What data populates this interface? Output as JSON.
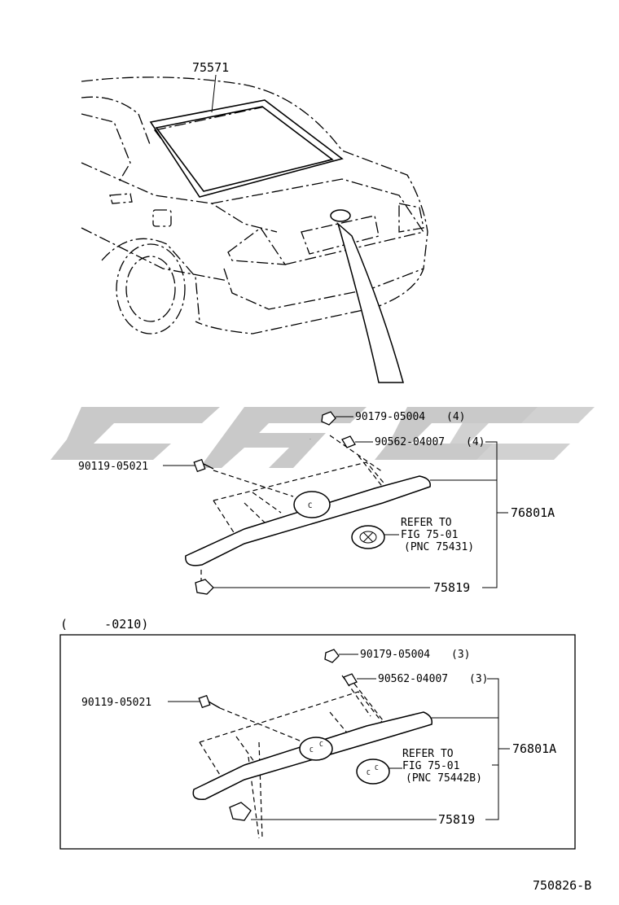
{
  "watermark": "CDC",
  "upper": {
    "moulding_label": "75571",
    "bolt_label": "90179-05004",
    "bolt_qty": "(4)",
    "clip_label": "90562-04007",
    "clip_qty": "(4)",
    "screw_label": "90119-05021",
    "garnish_label": "76801A",
    "refer_line1": "REFER TO",
    "refer_line2": "FIG 75-01",
    "refer_line3": "(PNC 75431)",
    "fastener_label": "75819"
  },
  "lower": {
    "range_label": "(     -0210)",
    "bolt_label": "90179-05004",
    "bolt_qty": "(3)",
    "clip_label": "90562-04007",
    "clip_qty": "(3)",
    "screw_label": "90119-05021",
    "garnish_label": "76801A",
    "refer_line1": "REFER TO",
    "refer_line2": "FIG 75-01",
    "refer_line3": "(PNC 75442B)",
    "fastener_label": "75819"
  },
  "figure_number": "750826-B"
}
